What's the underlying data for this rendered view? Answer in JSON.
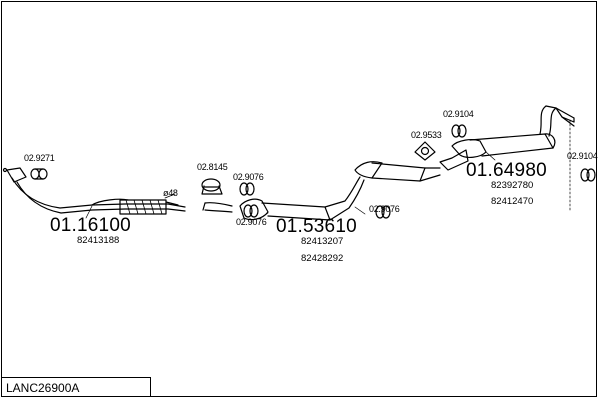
{
  "kit_code": "LANC26900A",
  "parts": {
    "front_pipe": {
      "number": "01.16100",
      "oe_ref": "82413188"
    },
    "middle_silencer": {
      "number": "01.53610",
      "oe_refs": [
        "82413207",
        "82428292"
      ]
    },
    "rear_silencer": {
      "number": "01.64980",
      "oe_refs": [
        "82392780",
        "82412470"
      ]
    }
  },
  "fittings": {
    "gasket_front": "02.9271",
    "clamp_front_silencer": "02.8145",
    "ring_a": "02.9076",
    "ring_b": "02.9076",
    "ring_c": "02.9076",
    "gasket_rear": "02.9533",
    "hanger_rear_top": "02.9104",
    "hanger_rear_right": "02.9104"
  },
  "diameter_label": "ø48",
  "colors": {
    "line": "#000000",
    "background": "#ffffff"
  }
}
